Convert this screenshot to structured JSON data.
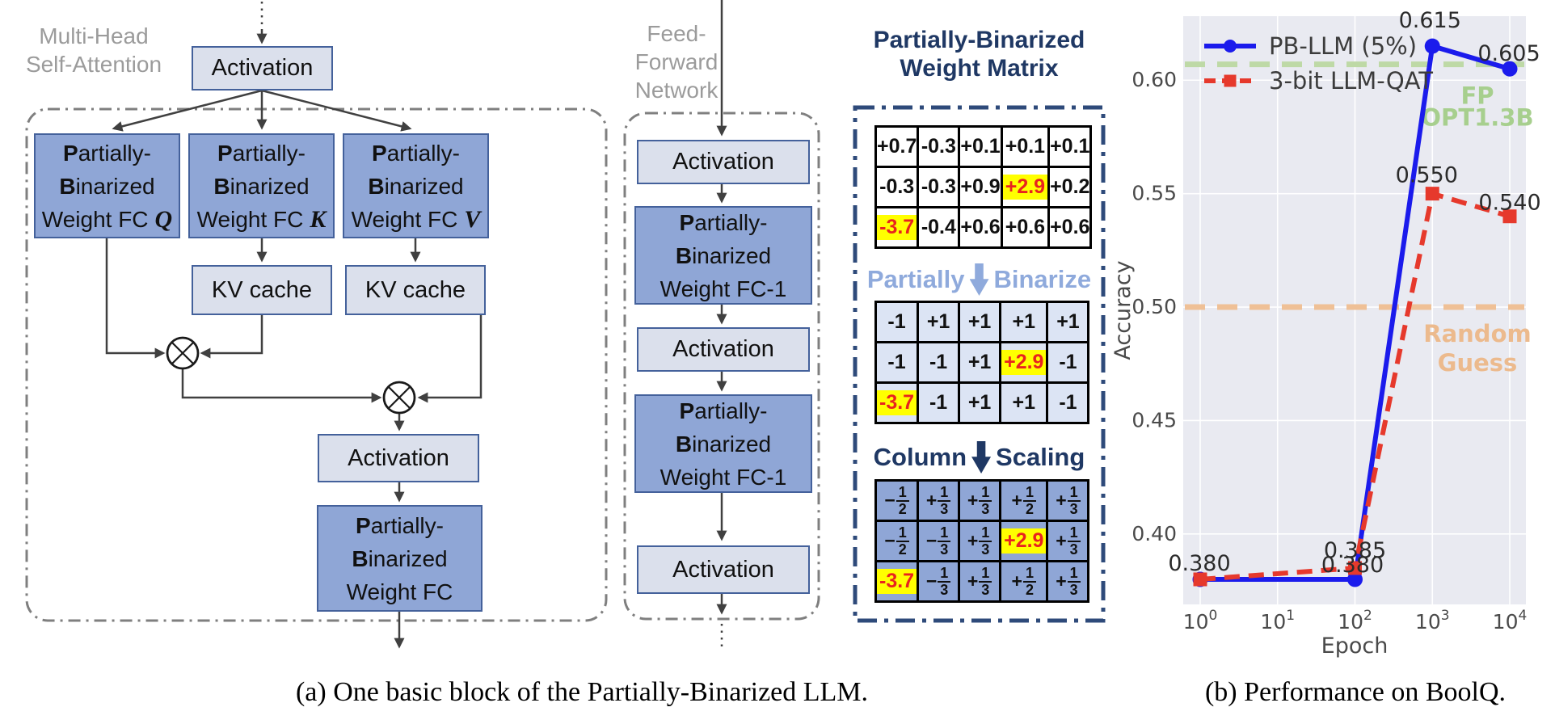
{
  "diagram_a": {
    "mhsa_label_lines": [
      "Multi-Head",
      "Self-Attention"
    ],
    "ffn_label_lines": [
      "Feed-",
      "Forward",
      "Network"
    ],
    "activation_label": "Activation",
    "kv_cache_label": "KV cache",
    "pb_lines": [
      "Partially-",
      "Binarized"
    ],
    "weight_fc": "Weight FC",
    "weight_fc1": "Weight FC-1",
    "fc_suffixes": [
      "Q",
      "K",
      "V"
    ]
  },
  "matrix_panel": {
    "title_lines": [
      "Partially-Binarized",
      "Weight Matrix"
    ],
    "step1": {
      "left": "Partially",
      "right": "Binarize",
      "color": "#8faadc"
    },
    "step2": {
      "left": "Column",
      "right": "Scaling",
      "color": "#1f3864"
    },
    "matrices": [
      {
        "name": "original-weights",
        "cell_bg": "#ffffff",
        "rows": [
          [
            {
              "v": "+0.7"
            },
            {
              "v": "-0.3"
            },
            {
              "v": "+0.1"
            },
            {
              "v": "+0.1"
            },
            {
              "v": "+0.1"
            }
          ],
          [
            {
              "v": "-0.3"
            },
            {
              "v": "-0.3"
            },
            {
              "v": "+0.9"
            },
            {
              "v": "+2.9",
              "hl": true
            },
            {
              "v": "+0.2"
            }
          ],
          [
            {
              "v": "-3.7",
              "hl": true
            },
            {
              "v": "-0.4"
            },
            {
              "v": "+0.6"
            },
            {
              "v": "+0.6"
            },
            {
              "v": "+0.6"
            }
          ]
        ]
      },
      {
        "name": "binarized-weights",
        "cell_bg": "#dce4f4",
        "rows": [
          [
            {
              "v": "-1"
            },
            {
              "v": "+1"
            },
            {
              "v": "+1"
            },
            {
              "v": "+1"
            },
            {
              "v": "+1"
            }
          ],
          [
            {
              "v": "-1"
            },
            {
              "v": "-1"
            },
            {
              "v": "+1"
            },
            {
              "v": "+2.9",
              "hl": true
            },
            {
              "v": "-1"
            }
          ],
          [
            {
              "v": "-3.7",
              "hl": true
            },
            {
              "v": "-1"
            },
            {
              "v": "+1"
            },
            {
              "v": "+1"
            },
            {
              "v": "-1"
            }
          ]
        ]
      },
      {
        "name": "column-scaled-weights",
        "cell_bg": "#8fa6d6",
        "rows": [
          [
            {
              "frac": true,
              "sign": "−",
              "num": "1",
              "den": "2"
            },
            {
              "frac": true,
              "sign": "+",
              "num": "1",
              "den": "3"
            },
            {
              "frac": true,
              "sign": "+",
              "num": "1",
              "den": "3"
            },
            {
              "frac": true,
              "sign": "+",
              "num": "1",
              "den": "2"
            },
            {
              "frac": true,
              "sign": "+",
              "num": "1",
              "den": "3"
            }
          ],
          [
            {
              "frac": true,
              "sign": "−",
              "num": "1",
              "den": "2"
            },
            {
              "frac": true,
              "sign": "−",
              "num": "1",
              "den": "3"
            },
            {
              "frac": true,
              "sign": "+",
              "num": "1",
              "den": "3"
            },
            {
              "v": "+2.9",
              "hl": true
            },
            {
              "frac": true,
              "sign": "+",
              "num": "1",
              "den": "3"
            }
          ],
          [
            {
              "v": "-3.7",
              "hl": true
            },
            {
              "frac": true,
              "sign": "−",
              "num": "1",
              "den": "3"
            },
            {
              "frac": true,
              "sign": "+",
              "num": "1",
              "den": "3"
            },
            {
              "frac": true,
              "sign": "+",
              "num": "1",
              "den": "2"
            },
            {
              "frac": true,
              "sign": "+",
              "num": "1",
              "den": "3"
            }
          ]
        ]
      }
    ]
  },
  "captions": {
    "a": "(a) One basic block of the Partially-Binarized LLM.",
    "b": "(b) Performance on BoolQ."
  },
  "chart_data": {
    "type": "line",
    "title": "",
    "xlabel": "Epoch",
    "ylabel": "Accuracy",
    "x_scale": "log",
    "x_tick_exponents": [
      0,
      1,
      2,
      3,
      4
    ],
    "y_ticks": [
      0.4,
      0.45,
      0.5,
      0.55,
      0.6
    ],
    "ylim": [
      0.369,
      0.629
    ],
    "grid": true,
    "plot_bg": "#e9eaf1",
    "series": [
      {
        "name": "PB-LLM (5%)",
        "color": "#1b1bec",
        "line_style": "solid",
        "marker": "circle",
        "points": [
          [
            1,
            0.38
          ],
          [
            100,
            0.38
          ],
          [
            1000,
            0.615
          ],
          [
            10000,
            0.605
          ]
        ]
      },
      {
        "name": "3-bit LLM-QAT",
        "color": "#e6392c",
        "line_style": "dashed",
        "marker": "square",
        "points": [
          [
            1,
            0.38
          ],
          [
            100,
            0.385
          ],
          [
            1000,
            0.55
          ],
          [
            10000,
            0.54
          ]
        ]
      }
    ],
    "reference_lines": [
      {
        "label_lines": [
          "FP",
          "OPT1.3B"
        ],
        "value": 0.607,
        "line_color": "#bed9a6",
        "text_color": "#a7cf8e"
      },
      {
        "label_lines": [
          "Random",
          "Guess"
        ],
        "value": 0.5,
        "line_color": "#efc096",
        "text_color": "#ecba8d"
      }
    ],
    "annotations": [
      {
        "text": "0.380",
        "x": 1,
        "y": 0.38,
        "dx": -1,
        "dy": -20
      },
      {
        "text": "0.385",
        "x": 100,
        "y": 0.385,
        "dx": 0,
        "dy": -22
      },
      {
        "text": "0.380",
        "x": 100,
        "y": 0.38,
        "dx": -3,
        "dy": -18
      },
      {
        "text": "0.615",
        "x": 1000,
        "y": 0.615,
        "dx": -3,
        "dy": -32
      },
      {
        "text": "0.605",
        "x": 10000,
        "y": 0.605,
        "dx": -1,
        "dy": -19
      },
      {
        "text": "0.550",
        "x": 1000,
        "y": 0.55,
        "dx": -7,
        "dy": -23
      },
      {
        "text": "0.540",
        "x": 10000,
        "y": 0.54,
        "dx": 0,
        "dy": -17
      }
    ],
    "legend": {
      "position": "upper left",
      "entries": [
        "PB-LLM (5%)",
        "3-bit LLM-QAT"
      ]
    }
  }
}
